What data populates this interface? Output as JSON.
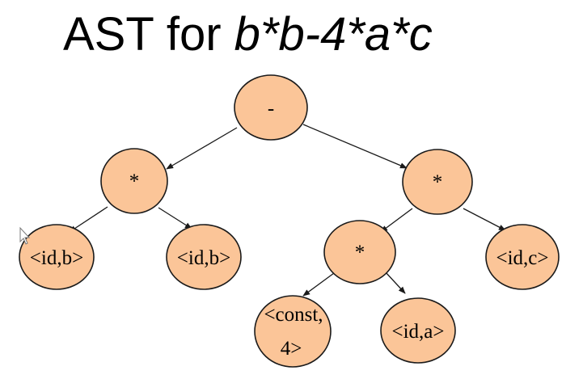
{
  "title": {
    "prefix": "AST for ",
    "expression": "b*b-4*a*c"
  },
  "tree": {
    "nodes": [
      {
        "id": "root",
        "label": "-"
      },
      {
        "id": "mul-left",
        "label": "*"
      },
      {
        "id": "mul-right",
        "label": "*"
      },
      {
        "id": "id-b-1",
        "label": "<id,b>"
      },
      {
        "id": "id-b-2",
        "label": "<id,b>"
      },
      {
        "id": "mul-inner",
        "label": "*"
      },
      {
        "id": "id-c",
        "label": "<id,c>"
      },
      {
        "id": "const-4",
        "label_line1": "<const,",
        "label_line2": "4>"
      },
      {
        "id": "id-a",
        "label": "<id,a>"
      }
    ],
    "edges": [
      [
        "root",
        "mul-left"
      ],
      [
        "root",
        "mul-right"
      ],
      [
        "mul-left",
        "id-b-1"
      ],
      [
        "mul-left",
        "id-b-2"
      ],
      [
        "mul-right",
        "mul-inner"
      ],
      [
        "mul-right",
        "id-c"
      ],
      [
        "mul-inner",
        "const-4"
      ],
      [
        "mul-inner",
        "id-a"
      ]
    ],
    "colors": {
      "node_fill": "#fbc598",
      "outline": "#1a1a1a"
    }
  }
}
